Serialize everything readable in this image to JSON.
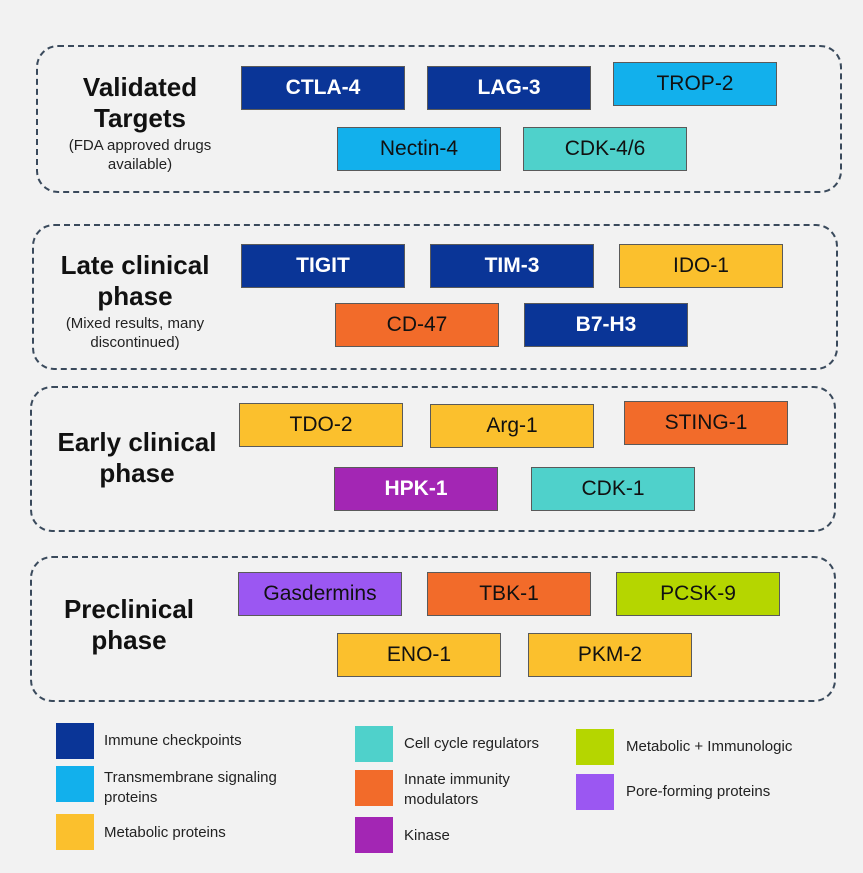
{
  "colors": {
    "immune_checkpoints": "#0a3597",
    "transmembrane": "#12b0ec",
    "metabolic": "#fbc02d",
    "cell_cycle": "#4fd1cb",
    "innate_immunity": "#f26b2a",
    "kinase": "#a326b4",
    "metabolic_immunologic": "#b5d600",
    "pore_forming": "#9b57f2"
  },
  "phases": [
    {
      "title": "Validated Targets",
      "subtitle": "(FDA approved drugs available)",
      "targets": [
        {
          "label": "CTLA-4",
          "category": "immune_checkpoints"
        },
        {
          "label": "LAG-3",
          "category": "immune_checkpoints"
        },
        {
          "label": "TROP-2",
          "category": "transmembrane"
        },
        {
          "label": "Nectin-4",
          "category": "transmembrane"
        },
        {
          "label": "CDK-4/6",
          "category": "cell_cycle"
        }
      ]
    },
    {
      "title": "Late clinical phase",
      "subtitle": "(Mixed results, many discontinued)",
      "targets": [
        {
          "label": "TIGIT",
          "category": "immune_checkpoints"
        },
        {
          "label": "TIM-3",
          "category": "immune_checkpoints"
        },
        {
          "label": "IDO-1",
          "category": "metabolic"
        },
        {
          "label": "CD-47",
          "category": "innate_immunity"
        },
        {
          "label": "B7-H3",
          "category": "immune_checkpoints"
        }
      ]
    },
    {
      "title": "Early clinical phase",
      "subtitle": "",
      "targets": [
        {
          "label": "TDO-2",
          "category": "metabolic"
        },
        {
          "label": "Arg-1",
          "category": "metabolic"
        },
        {
          "label": "STING-1",
          "category": "innate_immunity"
        },
        {
          "label": "HPK-1",
          "category": "kinase"
        },
        {
          "label": "CDK-1",
          "category": "cell_cycle"
        }
      ]
    },
    {
      "title": "Preclinical phase",
      "subtitle": "",
      "targets": [
        {
          "label": "Gasdermins",
          "category": "pore_forming"
        },
        {
          "label": "TBK-1",
          "category": "innate_immunity"
        },
        {
          "label": "PCSK-9",
          "category": "metabolic_immunologic"
        },
        {
          "label": "ENO-1",
          "category": "metabolic"
        },
        {
          "label": "PKM-2",
          "category": "metabolic"
        }
      ]
    }
  ],
  "legend": [
    {
      "label": "Immune checkpoints",
      "category": "immune_checkpoints"
    },
    {
      "label": "Transmembrane signaling proteins",
      "category": "transmembrane"
    },
    {
      "label": "Metabolic proteins",
      "category": "metabolic"
    },
    {
      "label": "Cell cycle regulators",
      "category": "cell_cycle"
    },
    {
      "label": "Innate immunity modulators",
      "category": "innate_immunity"
    },
    {
      "label": "Kinase",
      "category": "kinase"
    },
    {
      "label": "Metabolic + Immunologic",
      "category": "metabolic_immunologic"
    },
    {
      "label": "Pore-forming proteins",
      "category": "pore_forming"
    }
  ]
}
